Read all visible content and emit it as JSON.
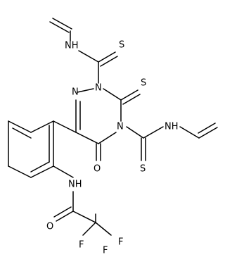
{
  "molecule": {
    "atoms": {
      "nh_top": "NH",
      "s_top": "S",
      "n1": "N",
      "n2": "N",
      "s_ring": "S",
      "n4": "N",
      "nh_right": "NH",
      "s_right": "S",
      "o_ring": "O",
      "nh_amide": "NH",
      "o_amide": "O",
      "f_top": "F",
      "f_left": "F",
      "f_right": "F"
    }
  }
}
